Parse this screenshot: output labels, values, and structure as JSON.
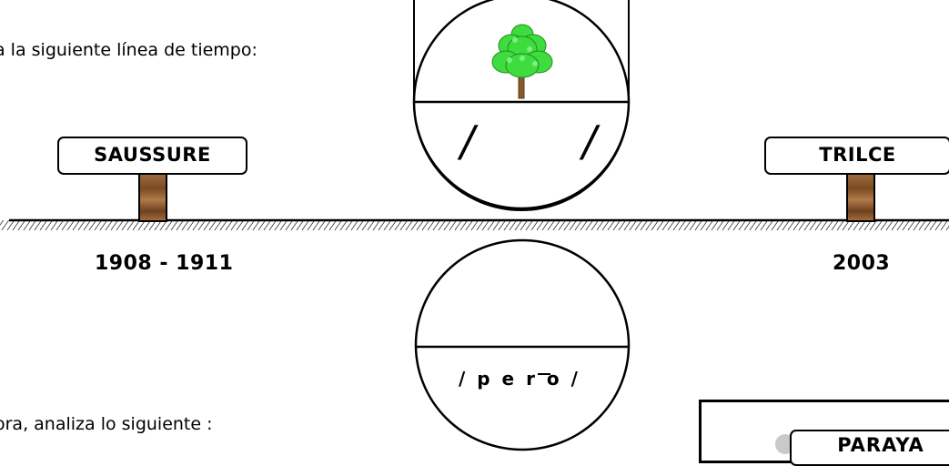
{
  "intro_text": "a la siguiente línea de tiempo:",
  "outro_text": "ora, analiza lo siguiente :",
  "timeline": {
    "left_sign": "SAUSSURE",
    "left_year": "1908 - 1911",
    "right_sign": "TRILCE",
    "right_year": "2003"
  },
  "sign_circle": {
    "signified_icon": "tree-icon",
    "signifier_left": "/",
    "signifier_right": "/"
  },
  "phon_circle": {
    "transcription": "/ p e r o /"
  },
  "partial_sign": "PARAYA"
}
